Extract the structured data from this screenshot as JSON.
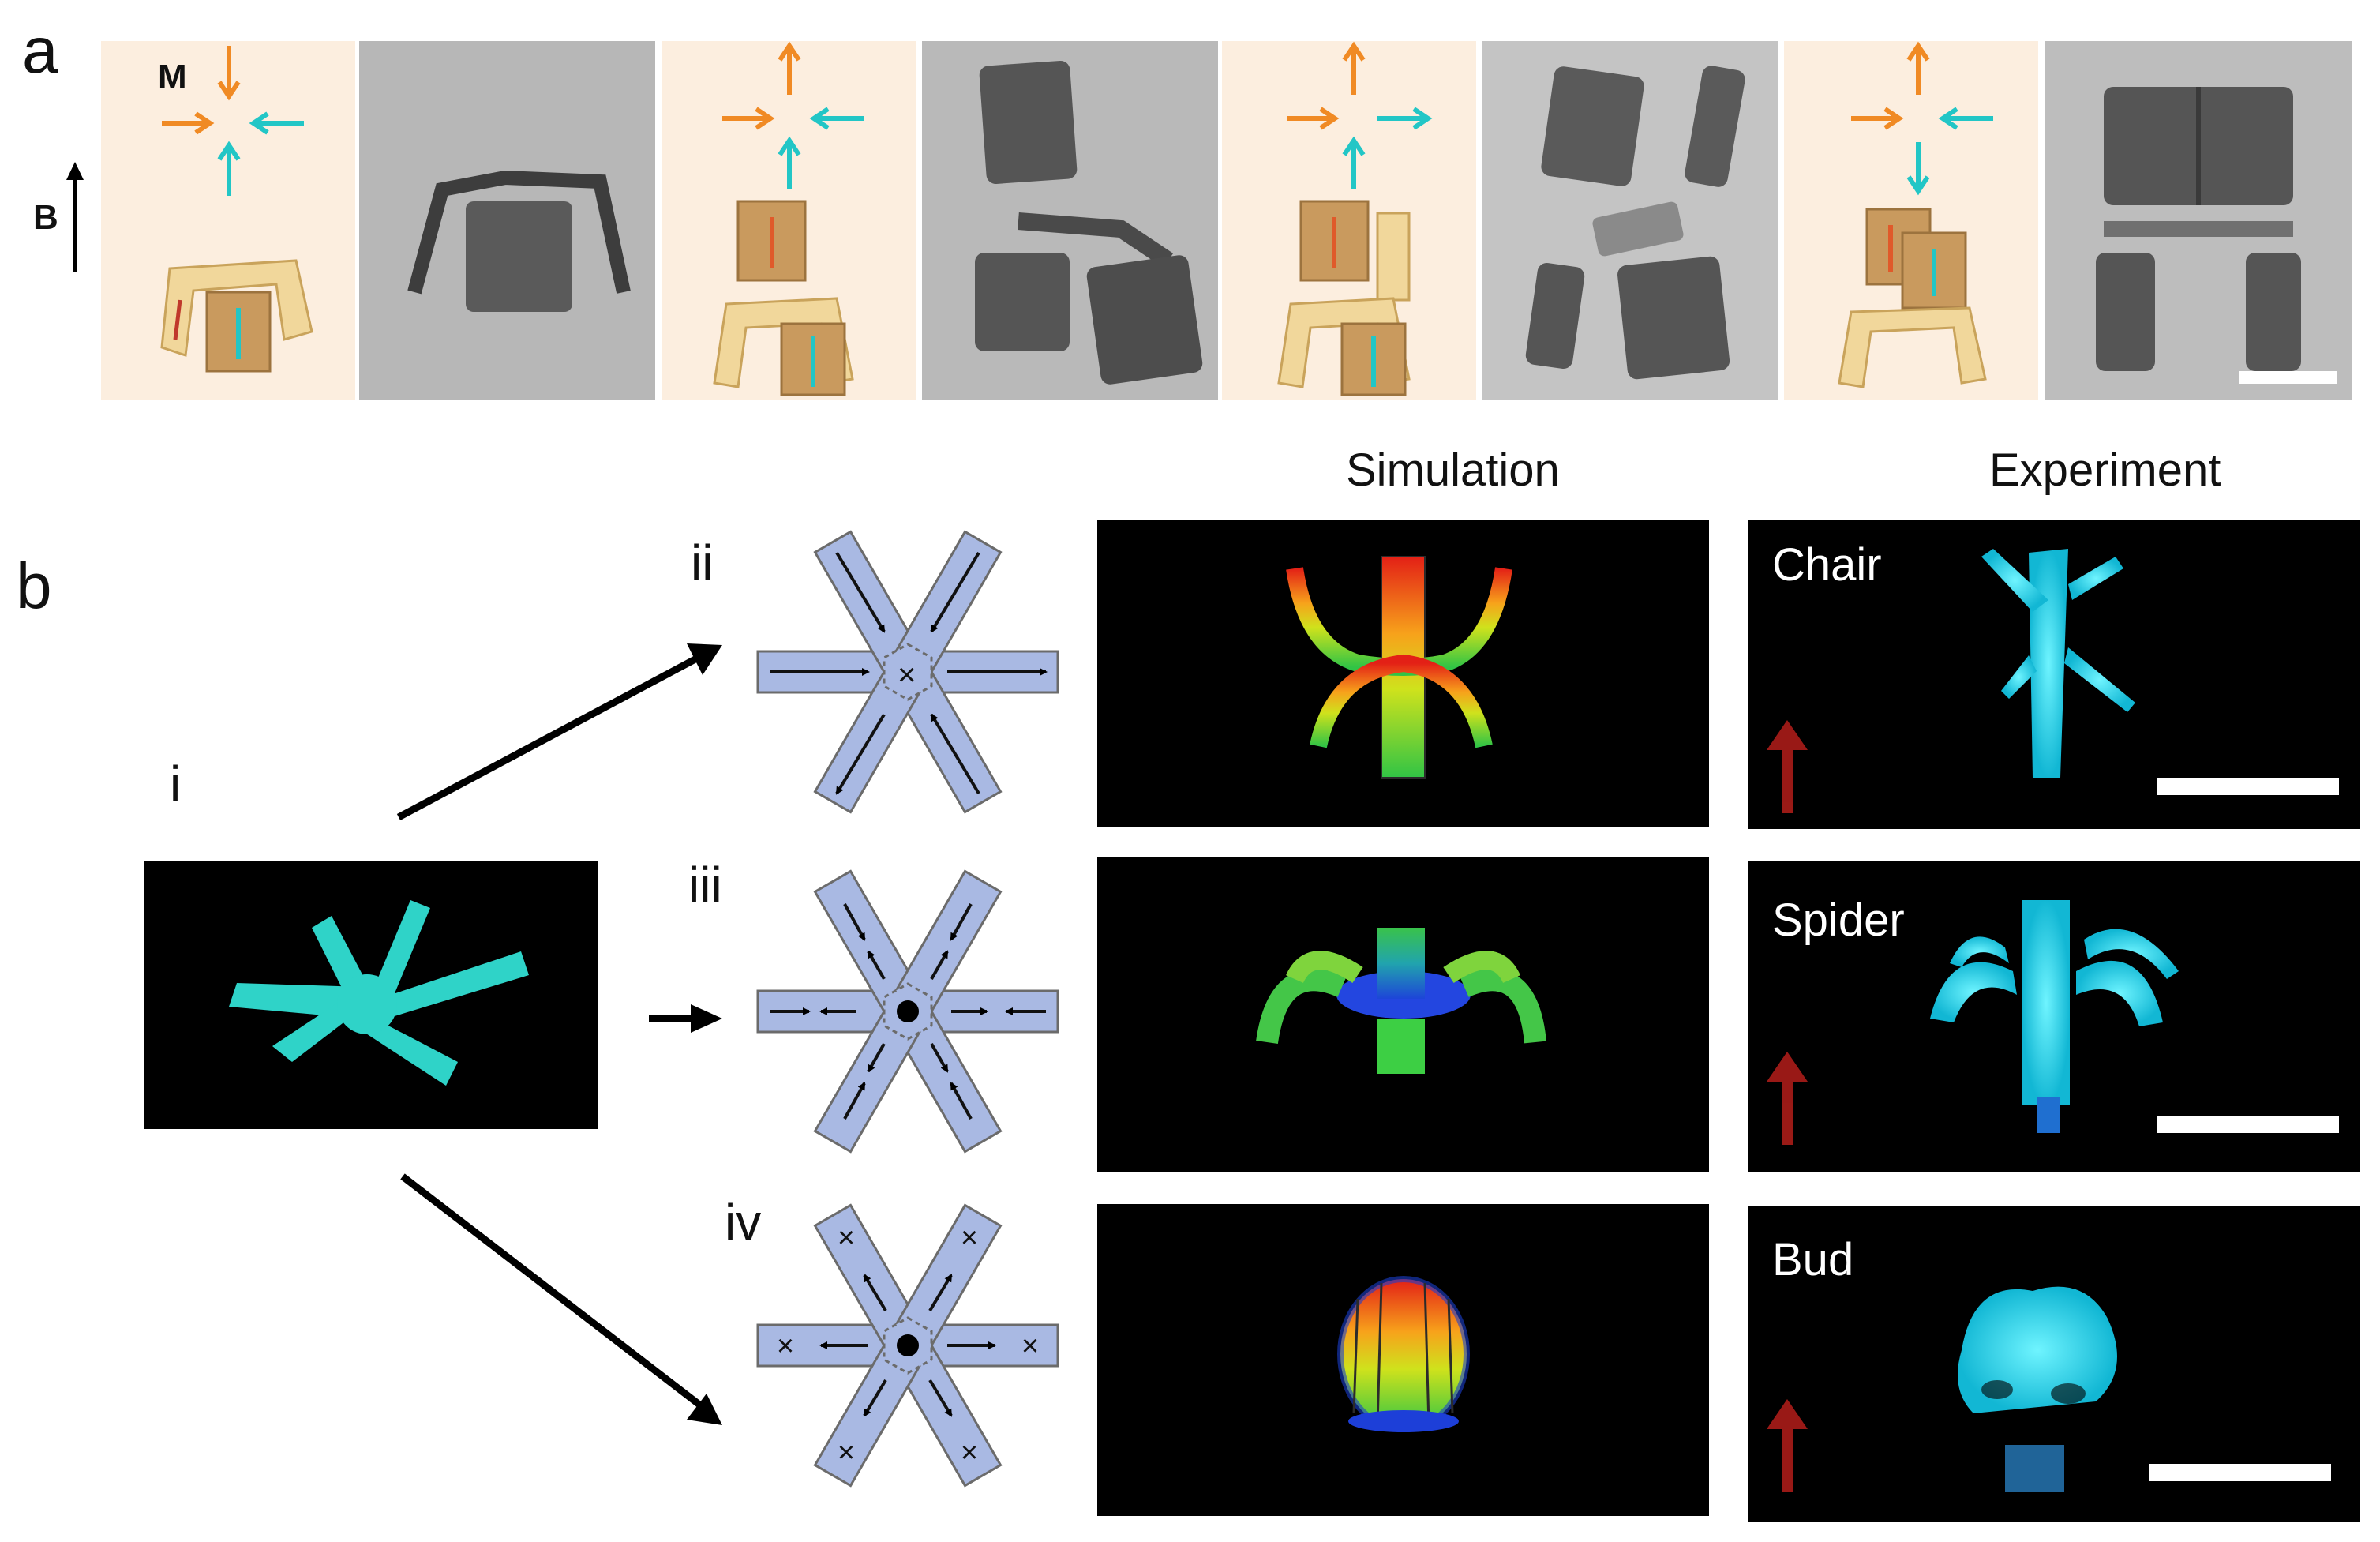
{
  "panel_a": {
    "label": "a",
    "magnetization_label": "M",
    "field_label": "B",
    "colors": {
      "orange": "#F08A24",
      "cyan": "#22C6C6",
      "tile_bg": "#FCEEDF",
      "micro_bg": "#B9B9B9"
    },
    "states": [
      {
        "arrows": [
          "down",
          "right",
          "left",
          "up"
        ]
      },
      {
        "arrows": [
          "up",
          "right",
          "left",
          "up"
        ]
      },
      {
        "arrows": [
          "up",
          "right",
          "right",
          "up"
        ]
      },
      {
        "arrows": [
          "up",
          "right",
          "left",
          "down"
        ]
      }
    ]
  },
  "panel_b": {
    "label": "b",
    "initial_label": "i",
    "header_simulation": "Simulation",
    "header_experiment": "Experiment",
    "rows": [
      {
        "roman": "ii",
        "shape": "Chair",
        "center": "×"
      },
      {
        "roman": "iii",
        "shape": "Spider",
        "center": "●"
      },
      {
        "roman": "iv",
        "shape": "Bud",
        "center": "●"
      }
    ],
    "colors": {
      "strip_fill": "#A9B9E3",
      "glow": "#2FE0F0",
      "field_arrow": "#C0201C"
    }
  }
}
